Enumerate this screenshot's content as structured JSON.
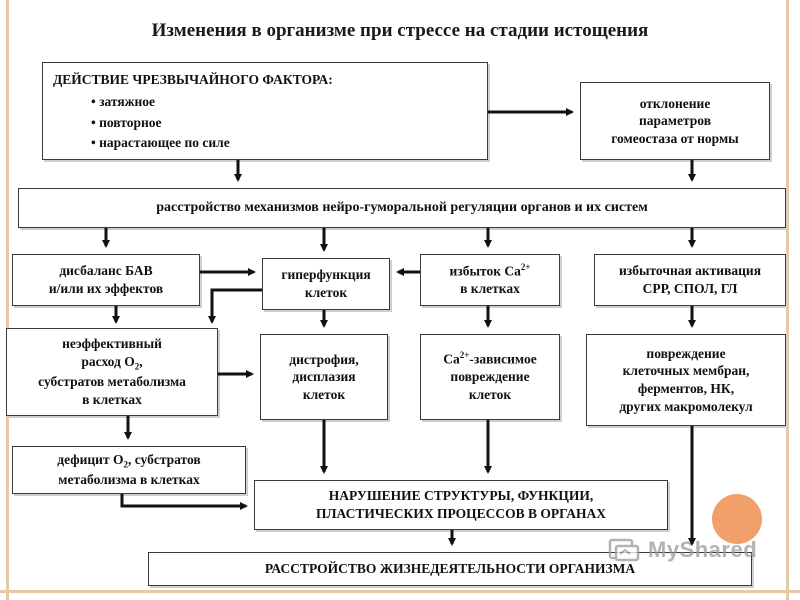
{
  "title": "Изменения в организме при стрессе на стадии истощения",
  "boxes": {
    "factor": {
      "heading": "ДЕЙСТВИЕ  ЧРЕЗВЫЧАЙНОГО  ФАКТОРА:",
      "items": [
        "затяжное",
        "повторное",
        "нарастающее по силе"
      ]
    },
    "deviation": [
      "отклонение",
      "параметров",
      "гомеостаза от нормы"
    ],
    "regulation": "расстройство механизмов нейро-гуморальной регуляции органов и их систем",
    "bav": [
      "дисбаланс БАВ",
      "и/или их эффектов"
    ],
    "hyperfunction": [
      "гиперфункция",
      "клеток"
    ],
    "calcium_excess": {
      "line1": "избыток Ca",
      "line1_sup": "2+",
      "line2": "в клетках"
    },
    "srr": [
      "избыточная активация",
      "СРР, СПОЛ, ГЛ"
    ],
    "ineffective": {
      "line1": "неэффективный",
      "line2": "расход O",
      "line2_sub": "2",
      "line2_tail": ",",
      "line3": "субстратов метаболизма",
      "line4": "в клетках"
    },
    "dystrophy": [
      "дистрофия,",
      "дисплазия",
      "клеток"
    ],
    "ca_damage": {
      "line1": "Ca",
      "line1_sup": "2+",
      "line1_tail": "-зависимое",
      "line2": "повреждение",
      "line3": "клеток"
    },
    "membrane": [
      "повреждение",
      "клеточных мембран,",
      "ферментов, НК,",
      "других макромолекул"
    ],
    "deficit": {
      "line1": "дефицит O",
      "line1_sub": "2",
      "line1_tail": ", субстратов",
      "line2": "метаболизма в клетках"
    },
    "structure": [
      "НАРУШЕНИЕ  СТРУКТУРЫ,  ФУНКЦИИ,",
      "ПЛАСТИЧЕСКИХ  ПРОЦЕССОВ  В  ОРГАНАХ"
    ],
    "life": "РАССТРОЙСТВО   ЖИЗНЕДЕЯТЕЛЬНОСТИ   ОРГАНИЗМА"
  },
  "watermark": {
    "text": "MyShared",
    "icon": "myshared-logo-icon"
  },
  "colors": {
    "frame": "#e8c9a6",
    "border": "#3a3a3a",
    "arrow": "#111111",
    "accent_circle": "#f1a06a"
  }
}
